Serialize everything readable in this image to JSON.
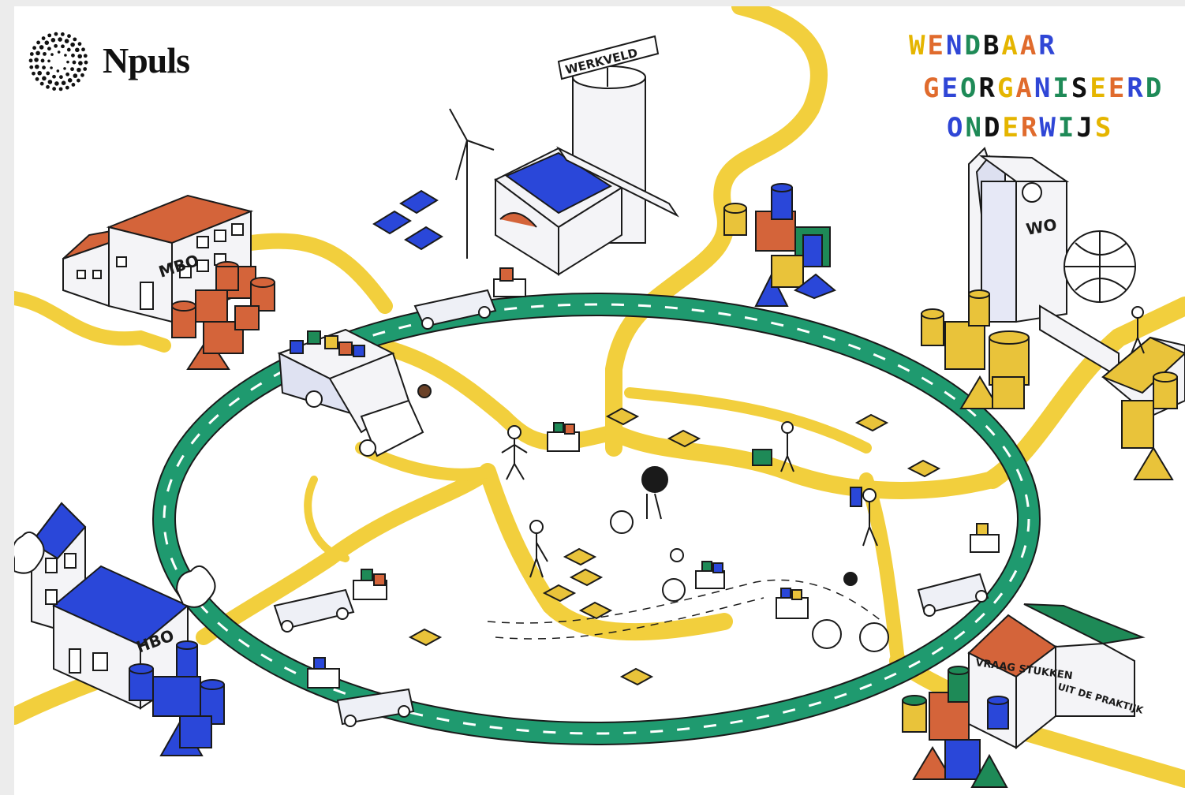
{
  "brand": {
    "name": "Npuls",
    "logo_icon": "dotted-ring-icon"
  },
  "title": {
    "line1": "WENDBAAR",
    "line2": "GEORGANISEERD",
    "line3": "ONDERWIJS",
    "colors": [
      "#e5b500",
      "#e06b2d",
      "#2f46d6",
      "#1e8a57",
      "#111111"
    ]
  },
  "buildings": {
    "mbo": "MBO",
    "hbo": "HBO",
    "wo": "WO",
    "werkveld": "WERKVELD",
    "vraagstukken": "VRAAG STUKKEN",
    "uit_de_praktijk": "UIT DE PRAKTIJK"
  },
  "colors": {
    "road_ring": "#1f9a6f",
    "paths": "#f2cf3d",
    "mbo": "#d4643a",
    "hbo": "#2a47d9",
    "wo": "#e9c33a",
    "outline": "#1a1a1a"
  }
}
